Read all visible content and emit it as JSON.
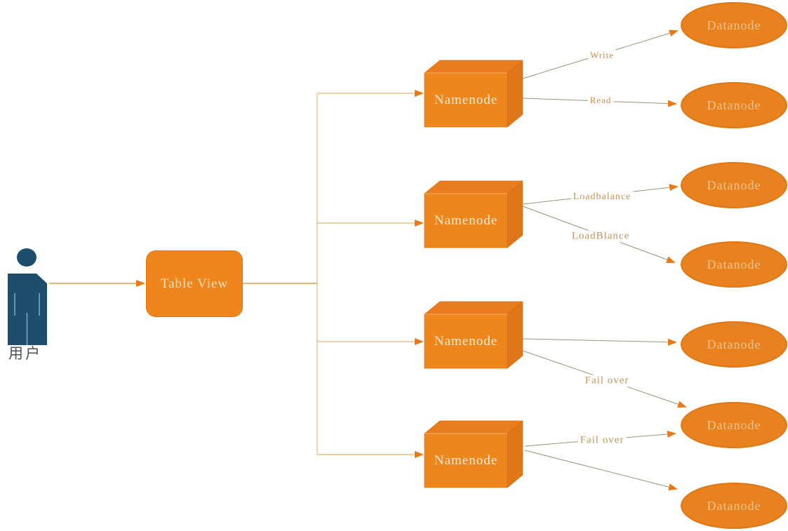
{
  "nodes": {
    "user": {
      "label": "用户"
    },
    "table_view": {
      "label": "Table View"
    },
    "namenodes": [
      {
        "label": "Namenode"
      },
      {
        "label": "Namenode"
      },
      {
        "label": "Namenode"
      },
      {
        "label": "Namenode"
      }
    ],
    "datanodes": [
      {
        "label": "Datanode"
      },
      {
        "label": "Datanode"
      },
      {
        "label": "Datanode"
      },
      {
        "label": "Datanode"
      },
      {
        "label": "Datanode"
      },
      {
        "label": "Datanode"
      },
      {
        "label": "Datanode"
      }
    ]
  },
  "edge_labels": {
    "write": "Write",
    "read": "Read",
    "loadbalance": "Loadbalance",
    "loadblance": "LoadBlance",
    "failover1": "Fail over",
    "failover2": "Fail over"
  },
  "colors": {
    "box_orange": "#EE861E",
    "box_top": "#E87C1E",
    "box_side": "#E0761A",
    "ellipse_orange": "#E8821E",
    "user_blue": "#1D4E6C",
    "trunk_line": "#E6C188",
    "main_line": "#E2984A",
    "thin_line": "#9B9378",
    "arrow": "#E87917",
    "label_tan": "#C49758"
  }
}
